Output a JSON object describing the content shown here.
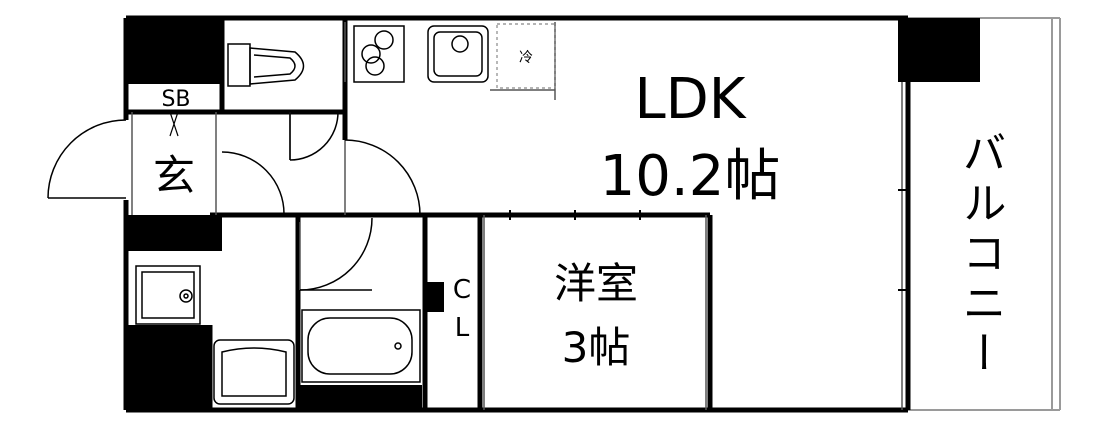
{
  "rooms": {
    "ldk": {
      "name": "LDK",
      "size": "10.2帖"
    },
    "western": {
      "name": "洋室",
      "size": "3帖"
    },
    "balcony": {
      "name": "バルコニー"
    },
    "entrance": {
      "name": "玄"
    },
    "shoe_box": {
      "name": "SB"
    },
    "closet": {
      "line1": "C",
      "line2": "L"
    }
  },
  "fixtures": {
    "fridge_label": "冷"
  },
  "colors": {
    "wall": "#000000",
    "background": "#ffffff",
    "balcony_line": "#9a9a9a",
    "thin_line": "#6a6a6a"
  }
}
